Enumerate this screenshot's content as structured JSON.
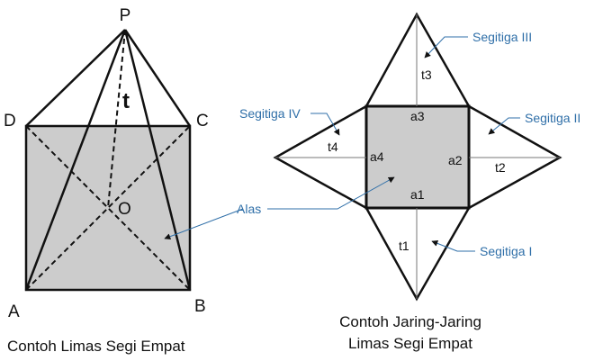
{
  "colors": {
    "stroke": "#111111",
    "base_fill": "#cccccc",
    "annotation_blue": "#2f6fa8",
    "background": "#ffffff"
  },
  "pyramid": {
    "vertices": {
      "apex": "P",
      "a": "A",
      "b": "B",
      "c": "C",
      "d": "D",
      "center": "O"
    },
    "height_label": "t",
    "caption": "Contoh Limas Segi Empat"
  },
  "net": {
    "base_sides": {
      "a1": "a1",
      "a2": "a2",
      "a3": "a3",
      "a4": "a4"
    },
    "heights": {
      "t1": "t1",
      "t2": "t2",
      "t3": "t3",
      "t4": "t4"
    },
    "callouts": {
      "segitiga_1": "Segitiga I",
      "segitiga_2": "Segitiga II",
      "segitiga_3": "Segitiga III",
      "segitiga_4": "Segitiga IV",
      "alas": "Alas"
    },
    "caption_line1": "Contoh Jaring-Jaring",
    "caption_line2": "Limas Segi Empat"
  }
}
